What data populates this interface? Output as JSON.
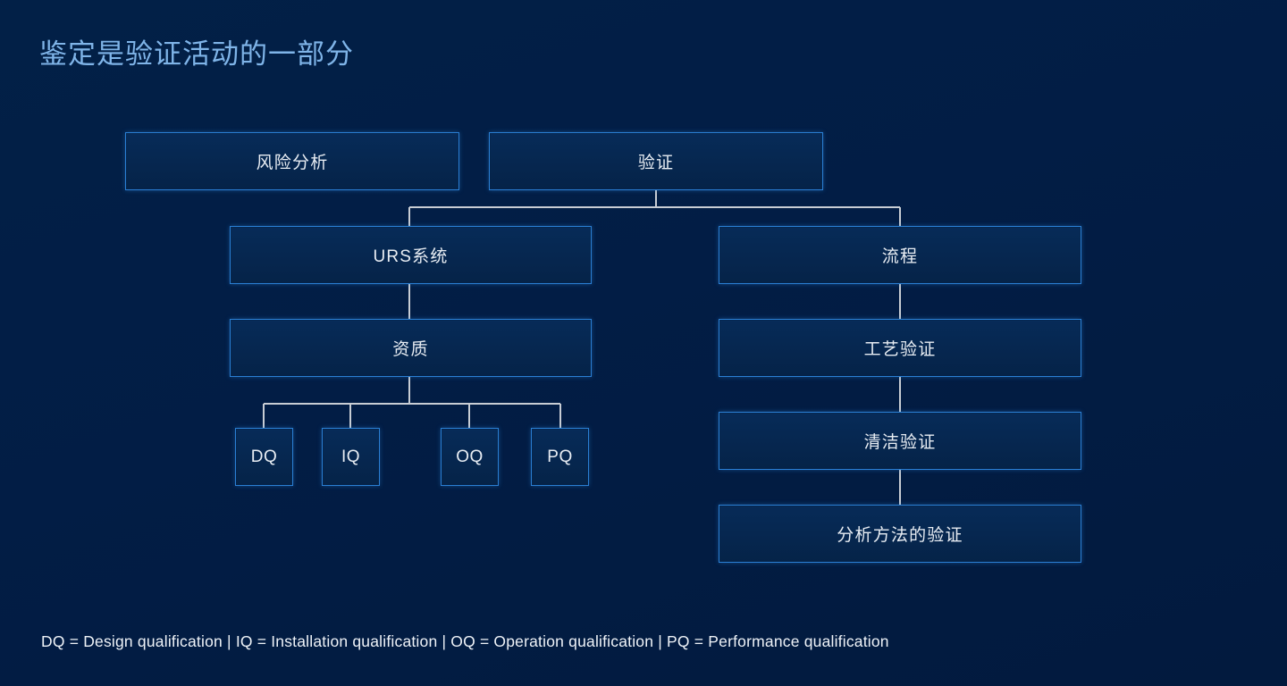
{
  "slide": {
    "title": "鉴定是验证活动的一部分",
    "background_color": "#021d45",
    "title_color": "#7fb4e8",
    "box_border_color": "#2a7fd4",
    "box_fill_color": "#062650",
    "connector_color": "#c8cdd4",
    "text_color": "#e8edf3"
  },
  "diagram": {
    "type": "tree",
    "nodes": [
      {
        "id": "risk",
        "label": "风险分析",
        "level": 1,
        "column": "left"
      },
      {
        "id": "valid",
        "label": "验证",
        "level": 1,
        "column": "right"
      },
      {
        "id": "urs",
        "label": "URS系统",
        "level": 2,
        "column": "left"
      },
      {
        "id": "process",
        "label": "流程",
        "level": 2,
        "column": "right"
      },
      {
        "id": "qual",
        "label": "资质",
        "level": 3,
        "column": "left"
      },
      {
        "id": "procval",
        "label": "工艺验证",
        "level": 3,
        "column": "right"
      },
      {
        "id": "cleanval",
        "label": "清洁验证",
        "level": 4,
        "column": "right"
      },
      {
        "id": "analyval",
        "label": "分析方法的验证",
        "level": 5,
        "column": "right"
      },
      {
        "id": "dq",
        "label": "DQ",
        "level": 4,
        "column": "left"
      },
      {
        "id": "iq",
        "label": "IQ",
        "level": 4,
        "column": "left"
      },
      {
        "id": "oq",
        "label": "OQ",
        "level": 4,
        "column": "left"
      },
      {
        "id": "pq",
        "label": "PQ",
        "level": 4,
        "column": "left"
      }
    ],
    "edges": [
      {
        "from": "valid",
        "to": "urs"
      },
      {
        "from": "valid",
        "to": "process"
      },
      {
        "from": "urs",
        "to": "qual"
      },
      {
        "from": "process",
        "to": "procval"
      },
      {
        "from": "procval",
        "to": "cleanval"
      },
      {
        "from": "cleanval",
        "to": "analyval"
      },
      {
        "from": "qual",
        "to": "dq"
      },
      {
        "from": "qual",
        "to": "iq"
      },
      {
        "from": "qual",
        "to": "oq"
      },
      {
        "from": "qual",
        "to": "pq"
      }
    ]
  },
  "footer": {
    "legend": "DQ = Design qualification | IQ = Installation qualification | OQ = Operation qualification | PQ = Performance qualification"
  }
}
